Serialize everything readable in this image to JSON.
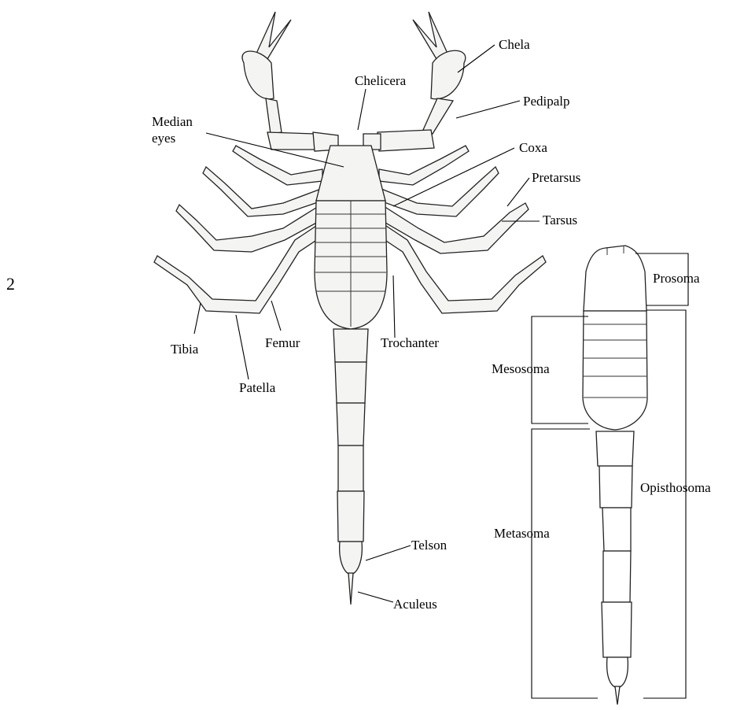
{
  "figure_number": "2",
  "labels": {
    "chela": "Chela",
    "chelicera": "Chelicera",
    "pedipalp": "Pedipalp",
    "median_eyes_1": "Median",
    "median_eyes_2": "eyes",
    "coxa": "Coxa",
    "pretarsus": "Pretarsus",
    "tarsus": "Tarsus",
    "tibia": "Tibia",
    "femur": "Femur",
    "trochanter": "Trochanter",
    "patella": "Patella",
    "telson": "Telson",
    "aculeus": "Aculeus",
    "prosoma": "Prosoma",
    "mesosoma": "Mesosoma",
    "opisthosoma": "Opisthosoma",
    "metasoma": "Metasoma"
  },
  "colors": {
    "ink": "#000000",
    "body_fill": "#f4f4f2",
    "background": "#ffffff"
  }
}
